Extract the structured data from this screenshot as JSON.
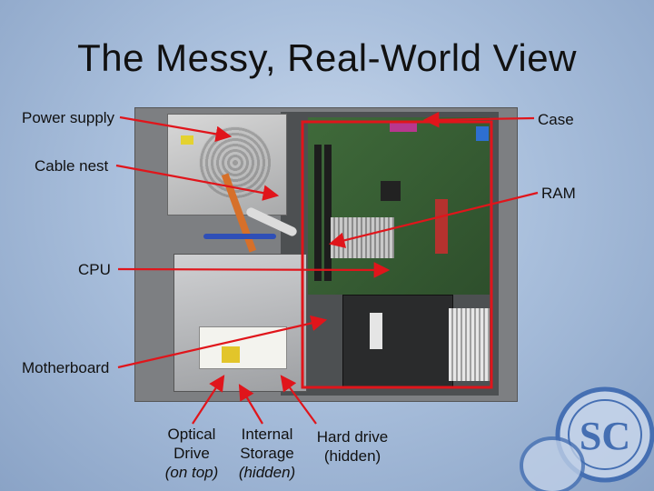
{
  "slide": {
    "title": "The Messy, Real-World View"
  },
  "labels": {
    "power_supply": "Power supply",
    "cable_nest": "Cable nest",
    "cpu": "CPU",
    "motherboard": "Motherboard",
    "case": "Case",
    "ram": "RAM"
  },
  "bottom_labels": {
    "optical": [
      "Optical",
      "Drive",
      "(on top)"
    ],
    "internal": [
      "Internal",
      "Storage",
      "(hidden)"
    ],
    "hard_drive": [
      "Hard drive",
      "(hidden)"
    ]
  },
  "colors": {
    "annotation_red": "#e0151b",
    "logo_blue": "#3d69b0"
  },
  "logo": {
    "text": "SC"
  }
}
